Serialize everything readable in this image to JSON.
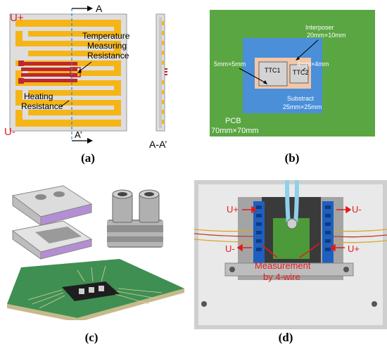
{
  "panel_a": {
    "u_plus": "U+",
    "u_minus": "U-",
    "section_top": "A",
    "section_bottom": "A’",
    "label_temp_1": "Temperature",
    "label_temp_2": "Measuring",
    "label_temp_3": "Resistance",
    "label_heat_1": "Heating",
    "label_heat_2": "Resistance",
    "section_view_label": "A-A’",
    "caption": "(a)"
  },
  "panel_b": {
    "interposer_1": "Interposer",
    "interposer_2": "20mm×10mm",
    "ttc1_size": "5mm×5mm",
    "ttc1": "TTC1",
    "ttc2": "TTC2",
    "ttc2_size": "4mm×4mm",
    "substract_1": "Substract",
    "substract_2": "25mm×25mm",
    "pcb_1": "PCB",
    "pcb_2": "70mm×70mm",
    "caption": "(b)",
    "colors": {
      "pcb": "#5aa642",
      "substrate": "#4a8fd8",
      "interposer": "#f2c6a8",
      "chip": "#d3d3d3"
    }
  },
  "panel_c": {
    "caption": "(c)"
  },
  "panel_d": {
    "u_plus_left": "U+",
    "u_minus_left": "U-",
    "u_minus_right": "U-",
    "u_plus_right": "U+",
    "measure_1": "Measurement",
    "measure_2": "by 4-wire",
    "caption": "(d)"
  }
}
